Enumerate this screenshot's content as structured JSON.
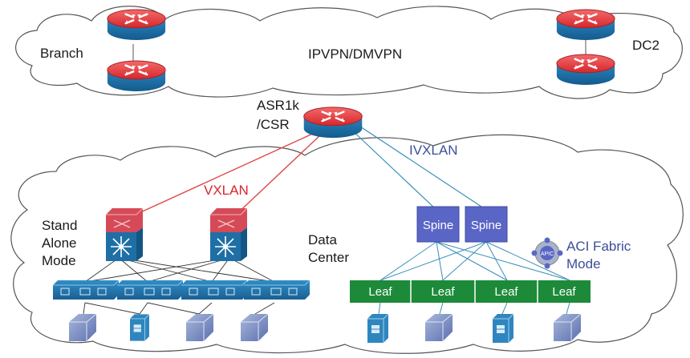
{
  "labels": {
    "branch": "Branch",
    "wan": "IPVPN/DMVPN",
    "dc2": "DC2",
    "asr": "ASR1k",
    "csr": "/CSR",
    "ivxlan": "IVXLAN",
    "vxlan": "VXLAN",
    "standalone_1": "Stand",
    "standalone_2": "Alone",
    "standalone_3": "Mode",
    "datacenter_1": "Data",
    "datacenter_2": "Center",
    "aci_1": "ACI Fabric",
    "aci_2": "Mode",
    "apic": "APIC",
    "spine": "Spine",
    "leaf": "Leaf"
  },
  "colors": {
    "router_red": "#e5353b",
    "router_blue": "#1f6fa7",
    "spine": "#5a66c6",
    "leaf": "#1d8a3a",
    "vxlan_line": "#e04848",
    "ivxlan_line": "#3a8fb7",
    "cloud_stroke": "#555555"
  },
  "icons": {
    "router": "router-icon",
    "nexus": "nexus-switch-icon",
    "tor": "tor-switch-icon",
    "server": "server-icon",
    "host": "host-cube-icon",
    "apic": "apic-controller-icon"
  }
}
